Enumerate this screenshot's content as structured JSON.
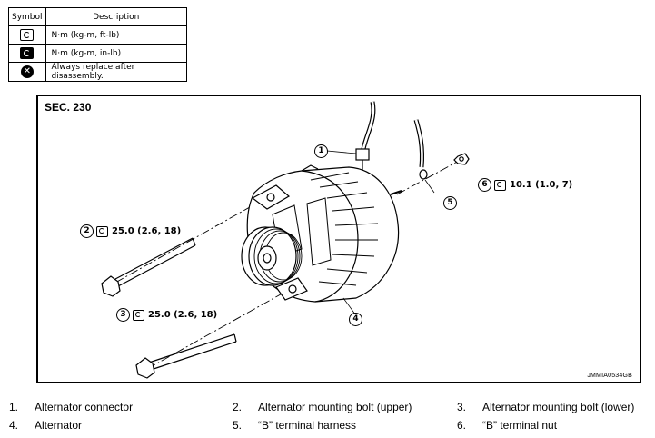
{
  "legend": {
    "header_symbol": "Symbol",
    "header_description": "Description",
    "rows": [
      {
        "icon": "torque-ft-lb-icon",
        "description": "N·m (kg-m, ft-lb)"
      },
      {
        "icon": "torque-in-lb-icon",
        "description": "N·m (kg-m, in-lb)"
      },
      {
        "icon": "always-replace-icon",
        "description": "Always replace after disassembly."
      }
    ]
  },
  "diagram": {
    "section": "SEC. 230",
    "image_code": "JMMIA0534GB",
    "callouts": {
      "c1": {
        "num": "1",
        "torque": ""
      },
      "c2": {
        "num": "2",
        "torque": "25.0 (2.6, 18)"
      },
      "c3": {
        "num": "3",
        "torque": "25.0 (2.6, 18)"
      },
      "c4": {
        "num": "4",
        "torque": ""
      },
      "c5": {
        "num": "5",
        "torque": ""
      },
      "c6": {
        "num": "6",
        "torque": "10.1 (1.0, 7)"
      }
    }
  },
  "parts": [
    {
      "num": "1.",
      "label": "Alternator connector"
    },
    {
      "num": "2.",
      "label": "Alternator mounting bolt (upper)"
    },
    {
      "num": "3.",
      "label": "Alternator mounting bolt (lower)"
    },
    {
      "num": "4.",
      "label": "Alternator"
    },
    {
      "num": "5.",
      "label": "“B” terminal harness"
    },
    {
      "num": "6.",
      "label": "“B” terminal nut"
    }
  ]
}
